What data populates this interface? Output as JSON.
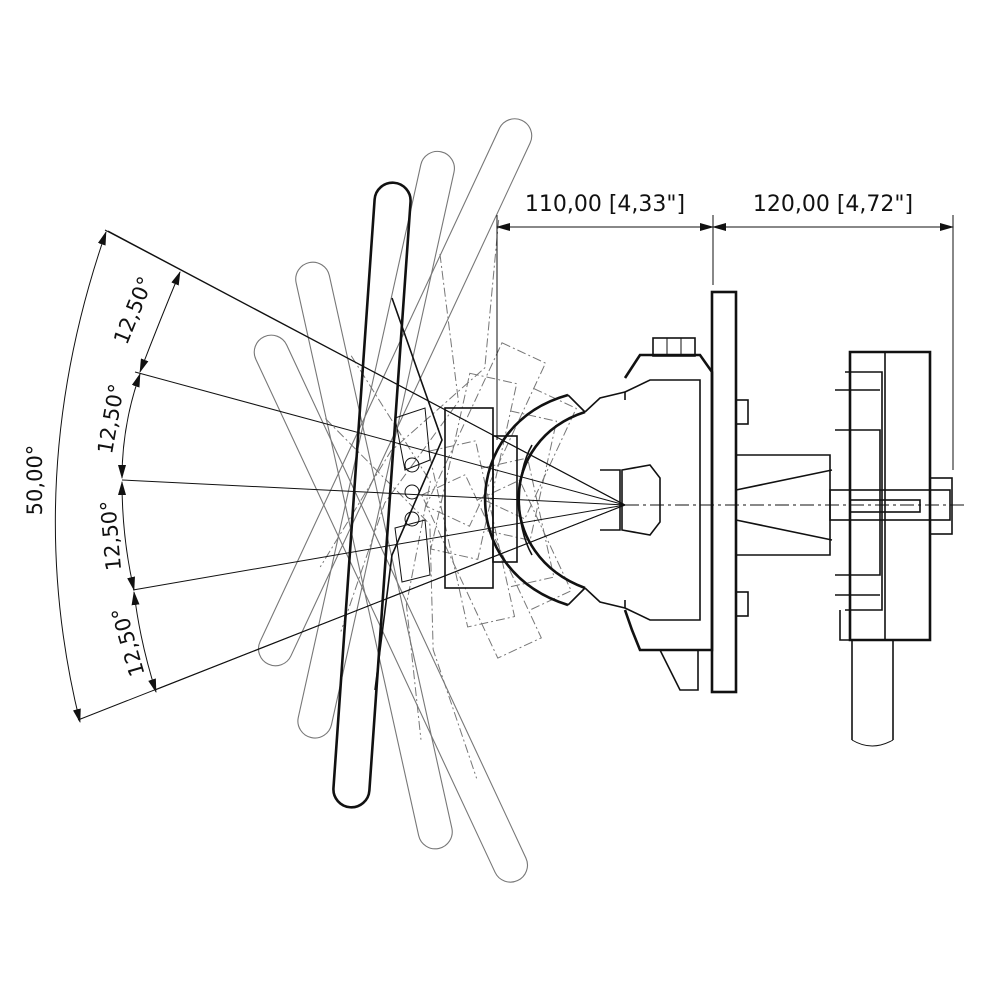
{
  "dimensions": {
    "horizontal_1": "110,00 [4,33\"]",
    "horizontal_2": "120,00 [4,72\"]"
  },
  "angles": {
    "total": "50,00°",
    "segment_1": "12,50°",
    "segment_2": "12,50°",
    "segment_3": "12,50°",
    "segment_4": "12,50°"
  },
  "tilt_positions_deg": [
    -25,
    -12.5,
    0,
    12.5,
    25
  ]
}
